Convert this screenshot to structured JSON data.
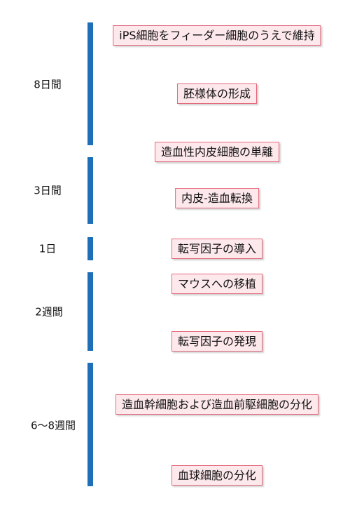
{
  "colors": {
    "bar": "#1f6fb8",
    "box_fill": "#fde8ec",
    "box_border": "#e46a7c"
  },
  "stages": [
    {
      "duration": "8日間",
      "steps": [
        "iPS細胞をフィーダー細胞のうえで維持",
        "胚様体の形成"
      ]
    },
    {
      "duration": "3日間",
      "steps": [
        "造血性内皮細胞の単離",
        "内皮-造血転換"
      ]
    },
    {
      "duration": "1日",
      "steps": [
        "転写因子の導入"
      ]
    },
    {
      "duration": "2週間",
      "steps": [
        "マウスへの移植",
        "転写因子の発現"
      ]
    },
    {
      "duration": "6〜8週間",
      "steps": [
        "造血幹細胞および造血前駆細胞の分化",
        "血球細胞の分化"
      ]
    }
  ]
}
